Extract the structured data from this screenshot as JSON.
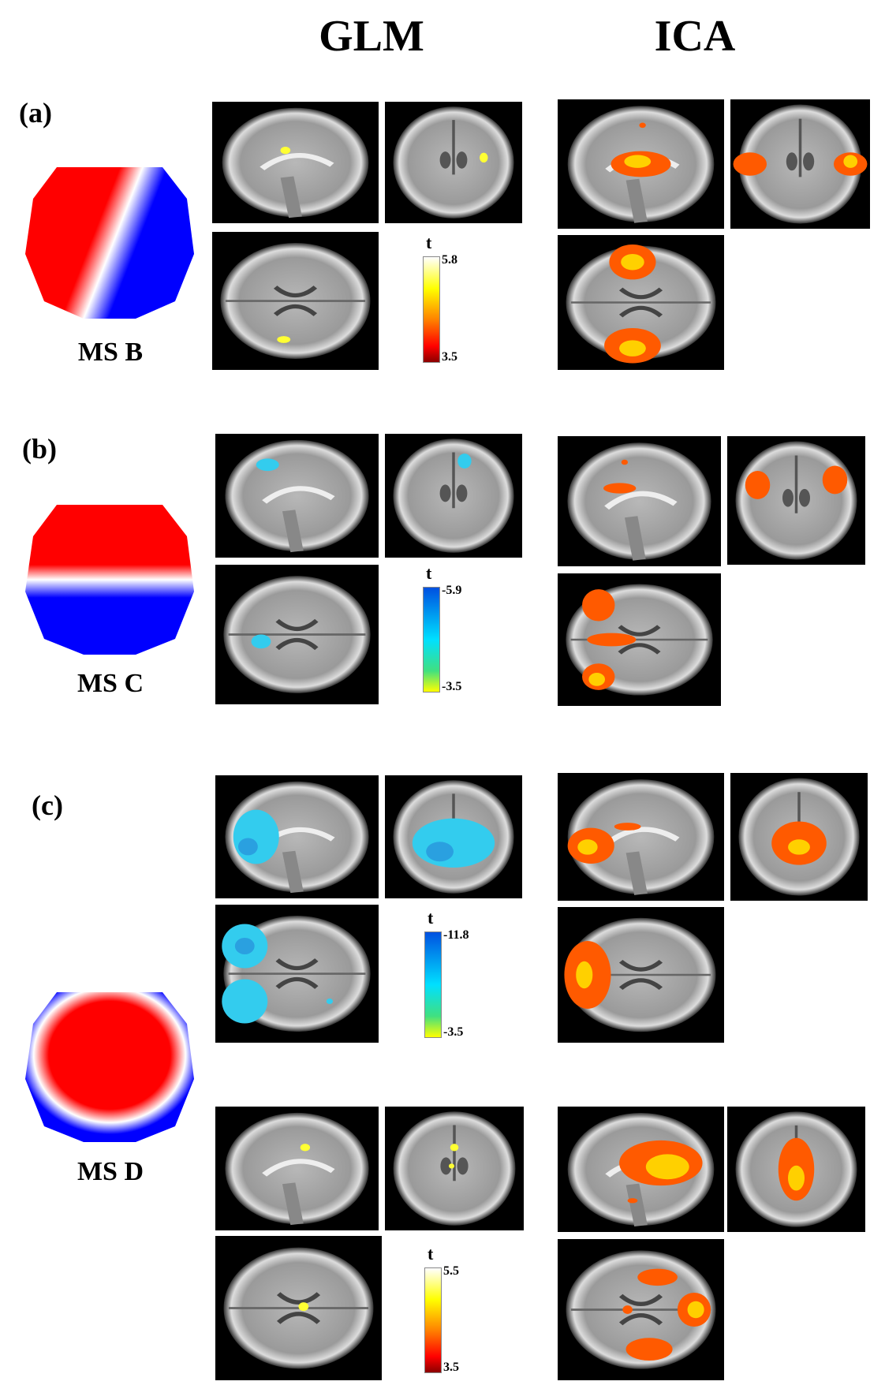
{
  "columns": {
    "glm": "GLM",
    "ica": "ICA"
  },
  "rows": [
    {
      "label": "(a)",
      "map": "MS B",
      "colorbar": {
        "title": "t",
        "max": "5.8",
        "min": "3.5",
        "scheme": "hot"
      }
    },
    {
      "label": "(b)",
      "map": "MS C",
      "colorbar": {
        "title": "t",
        "max": "-5.9",
        "min": "-3.5",
        "scheme": "cool"
      }
    },
    {
      "label": "(c)",
      "map": "MS D",
      "colorbar": {
        "title": "t",
        "max": "-11.8",
        "min": "-3.5",
        "scheme": "cool"
      }
    },
    {
      "colorbar": {
        "title": "t",
        "max": "5.5",
        "min": "3.5",
        "scheme": "hot"
      }
    }
  ],
  "colors": {
    "red": "#ff0000",
    "blue": "#0000ff",
    "hot_low": "#8b0000",
    "hot_high": "#ffffff",
    "cool_low": "#ffff00",
    "cool_high": "#0050e0"
  }
}
